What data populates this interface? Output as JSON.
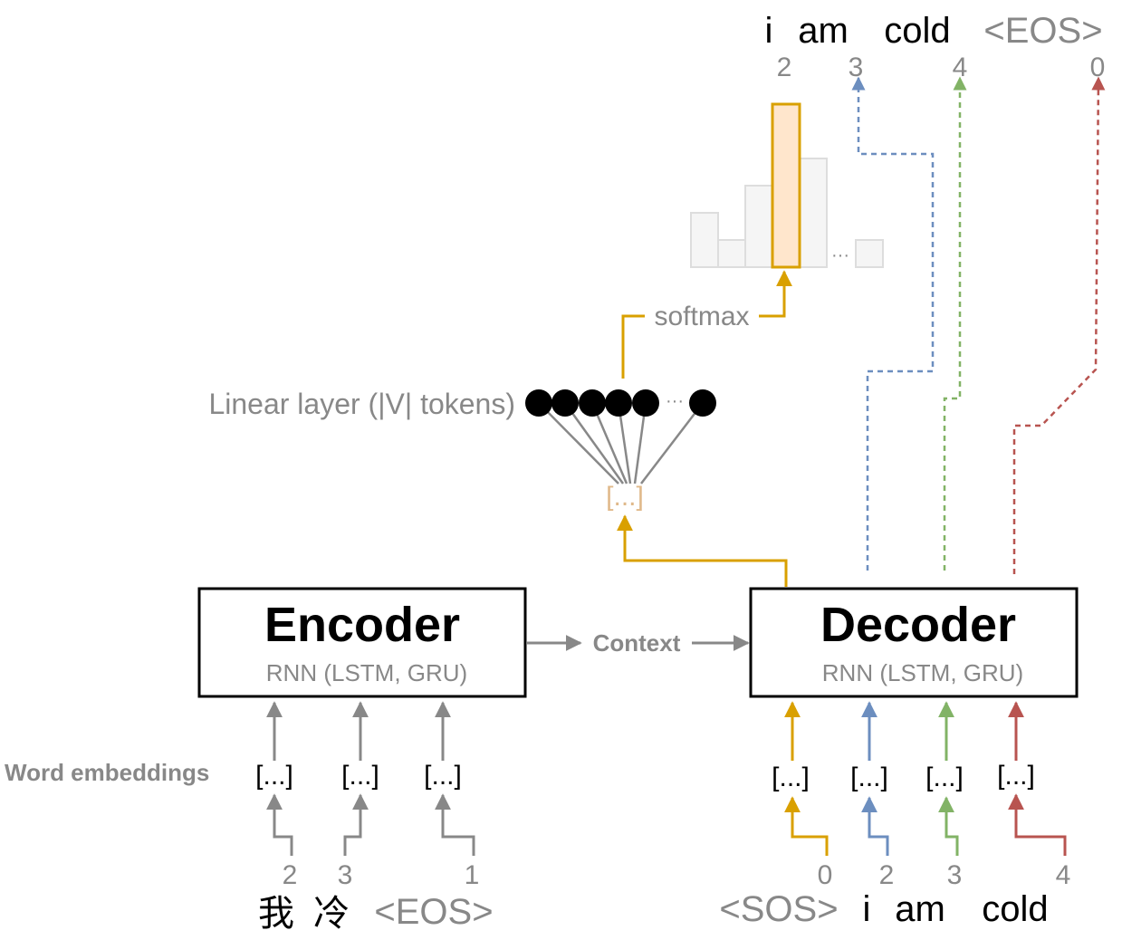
{
  "encoder": {
    "title": "Encoder",
    "subtitle": "RNN  (LSTM, GRU)",
    "embed_label": "Word embeddings",
    "embeddings": [
      "[...]",
      "[...]",
      "[...]"
    ],
    "token_ids": [
      "2",
      "3",
      "1"
    ],
    "tokens": [
      "我",
      "冷",
      "<EOS>"
    ]
  },
  "context_label": "Context",
  "decoder": {
    "title": "Decoder",
    "subtitle": "RNN  (LSTM, GRU)",
    "embeddings": [
      "[...]",
      "[...]",
      "[...]",
      "[...]"
    ],
    "token_ids": [
      "0",
      "2",
      "3",
      "4"
    ],
    "tokens": [
      "<SOS>",
      "i",
      "am",
      "cold"
    ]
  },
  "hidden_state_label": "[...]",
  "linear_label": "Linear layer (|V| tokens)",
  "linear_ellipsis": "···",
  "softmax_label": "softmax",
  "histogram_ellipsis": "···",
  "output": {
    "token_ids": [
      "2",
      "3",
      "4",
      "0"
    ],
    "tokens": [
      "i",
      "am",
      "cold",
      "<EOS>"
    ]
  },
  "colors": {
    "gray": "#888888",
    "orange": "#d9a000",
    "blue": "#6c8ebf",
    "green": "#82b366",
    "red": "#b85450",
    "bar_fill": "#f5f5f5",
    "bar_stroke": "#dddddd",
    "highlight_fill": "#ffe6cc",
    "hidden_state": "#e0b98a"
  }
}
